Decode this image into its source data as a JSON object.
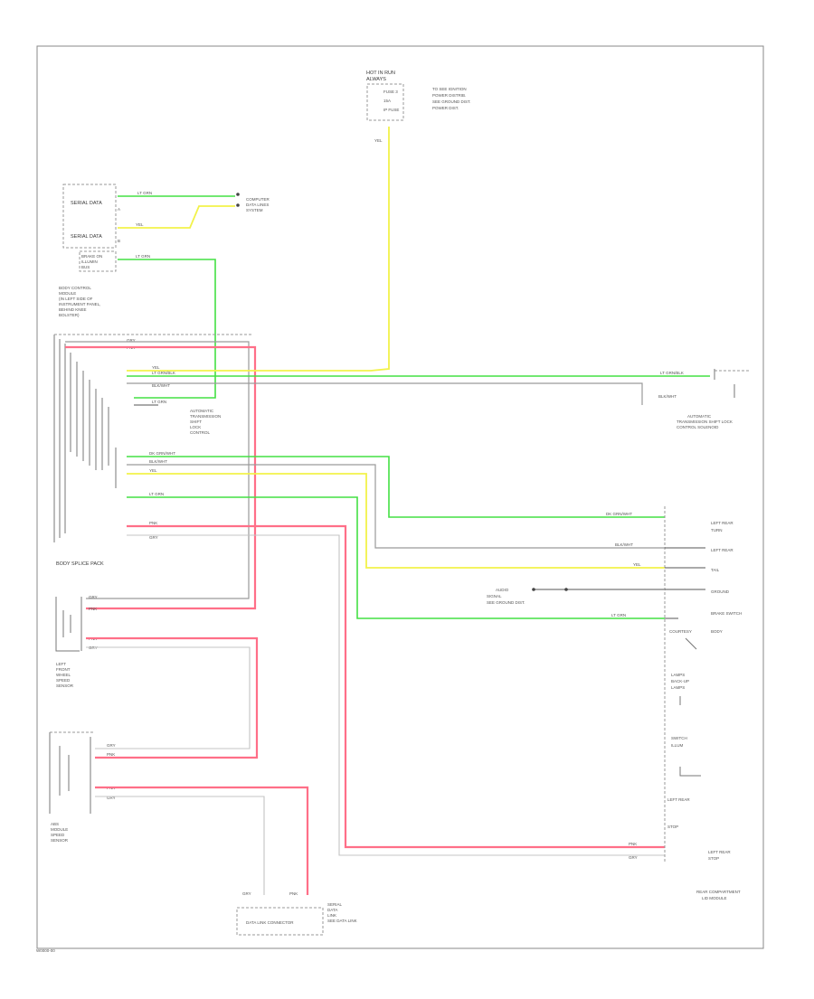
{
  "diagram": {
    "footer_code": "W0000-00",
    "components": {
      "top_connector": {
        "title": "HOT IN RUN",
        "sub": "ALWAYS",
        "lines": [
          "FUSE 3",
          "15A",
          "IP FUSE"
        ],
        "note": [
          "TO SEE IGNITION",
          "POWER DISTRIB.",
          "SEE GROUND DIST.",
          "POWER DIST."
        ],
        "wire": "YEL"
      },
      "serial_1": {
        "label": "SERIAL DATA",
        "pin": "A"
      },
      "serial_2": {
        "label": "SERIAL DATA",
        "pin": "B"
      },
      "left_data_box": [
        "BRAKE ON",
        "ILLUMIN",
        "BUS"
      ],
      "data_dest": [
        "COMPUTER",
        "DATA LINES",
        "SYSTEM"
      ],
      "body_control": [
        "BODY CONTROL",
        "MODULE",
        "(IN LEFT SIDE OF",
        "INSTRUMENT PANEL,",
        "BEHIND KNEE",
        "BOLSTER)"
      ],
      "mid_note": [
        "AUTOMATIC",
        "TRANSMISSION",
        "SHIFT",
        "LOCK",
        "CONTROL"
      ],
      "right_top": [
        "AUTOMATIC",
        "TRANSMISSION SHIFT LOCK",
        "CONTROL SOLENOID"
      ],
      "right_module_labels": [
        "LEFT REAR",
        "TURN",
        "LEFT REAR",
        "TAIL",
        "GROUND",
        "BRAKE SWITCH",
        "BODY",
        "COURTESY",
        "LAMPS",
        "BACK-UP",
        "LAMPS",
        "SWITCH",
        "ILLUM",
        "LEFT REAR",
        "STOP"
      ],
      "right_module_title": [
        "REAR COMPARTMENT",
        "LID MODULE"
      ],
      "ground_note": [
        "AUDIO",
        "SIGNAL",
        "SEE GROUND DIST."
      ],
      "splice_left": "BODY SPLICE PACK",
      "left_sensor_1": [
        "LEFT",
        "FRONT",
        "WHEEL",
        "SPEED",
        "SENSOR"
      ],
      "left_sensor_2": [
        "ABS",
        "MODULE",
        "SPEED",
        "SENSOR"
      ],
      "bottom_box": "DATA LINK CONNECTOR",
      "bottom_right_note": [
        "SERIAL",
        "DATA",
        "LINK",
        "SEE DATA LINK"
      ]
    },
    "wire_labels": {
      "lt_grn": "LT GRN",
      "yel": "YEL",
      "gry": "GRY",
      "pnk": "PNK",
      "lt_grn_blk": "LT GRN/BLK",
      "blk_wht": "BLK/WHT",
      "dk_grn": "DK GRN/WHT"
    }
  }
}
